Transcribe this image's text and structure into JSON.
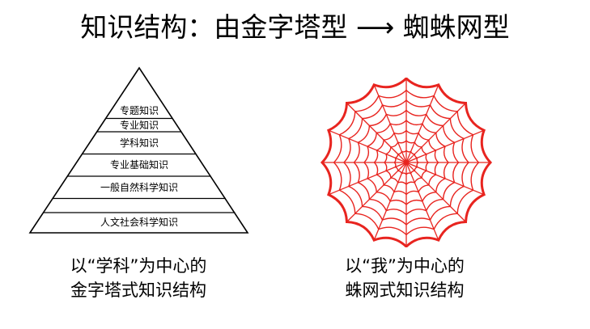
{
  "title": "知识结构：由金字塔型 ⟶ 蜘蛛网型",
  "pyramid": {
    "layers": [
      "专题知识",
      "专业知识",
      "学科知识",
      "专业基础知识",
      "一般自然科学知识",
      "人文社会科学知识"
    ],
    "caption_line1": "以“学科”为中心的",
    "caption_line2": "金字塔式知识结构"
  },
  "web": {
    "color": "#e8241f",
    "caption_line1": "以“我”为中心的",
    "caption_line2": "蛛网式知识结构"
  }
}
